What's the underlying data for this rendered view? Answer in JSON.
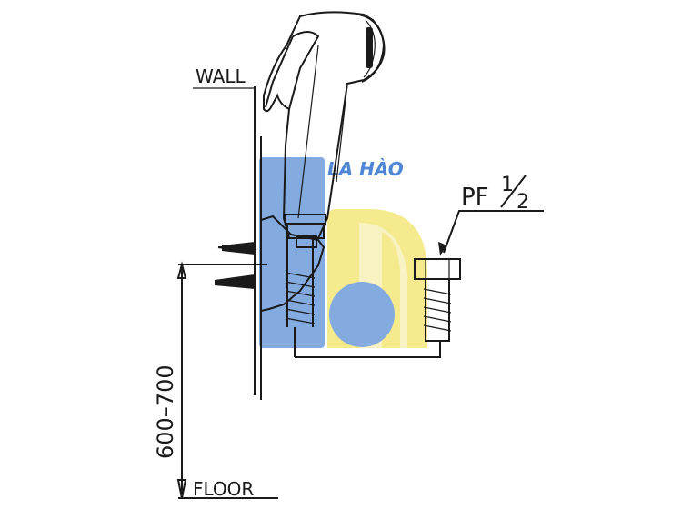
{
  "labels": {
    "wall": "WALL",
    "floor": "FLOOR",
    "height": "600–700",
    "pipe_pf": "PF",
    "pipe_num": "1",
    "pipe_den": "2"
  },
  "watermark": {
    "text": "LA HÀO",
    "colors": {
      "blue": "#5b8fd6",
      "yellow": "#f3e36a",
      "yellow_light": "#f7f0b0"
    }
  },
  "line_color": "#1a1a1a"
}
